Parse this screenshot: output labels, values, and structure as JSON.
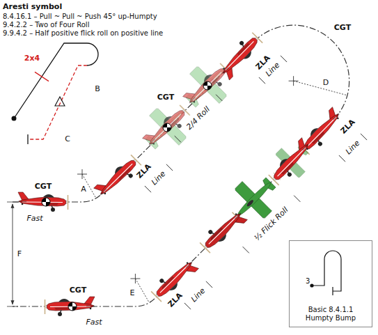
{
  "diagram": {
    "title": "Aresti symbol",
    "nodes": [
      {
        "text": [
          "3",
          "Basic 8.4.1.1 Humpty Bump"
        ]
      }
    ],
    "labels": [
      "8.4.16.1 – Pull ~ Pull ~ Push 45° up-Humpty",
      "9.4.2.2 – Two of Four Roll",
      "9.9.4.2 – Half positive flick roll on positive line",
      "2x4",
      "B",
      "C",
      "CGT",
      "D",
      "ZLA",
      "Line",
      "CGT",
      "2/4 Roll",
      "ZLA",
      "Line",
      "ZLA",
      "Line",
      "A",
      "CGT",
      "Fast",
      "½ Flick Roll",
      "F",
      "E",
      "ZLA",
      "Line",
      "CGT",
      "Fast"
    ]
  }
}
